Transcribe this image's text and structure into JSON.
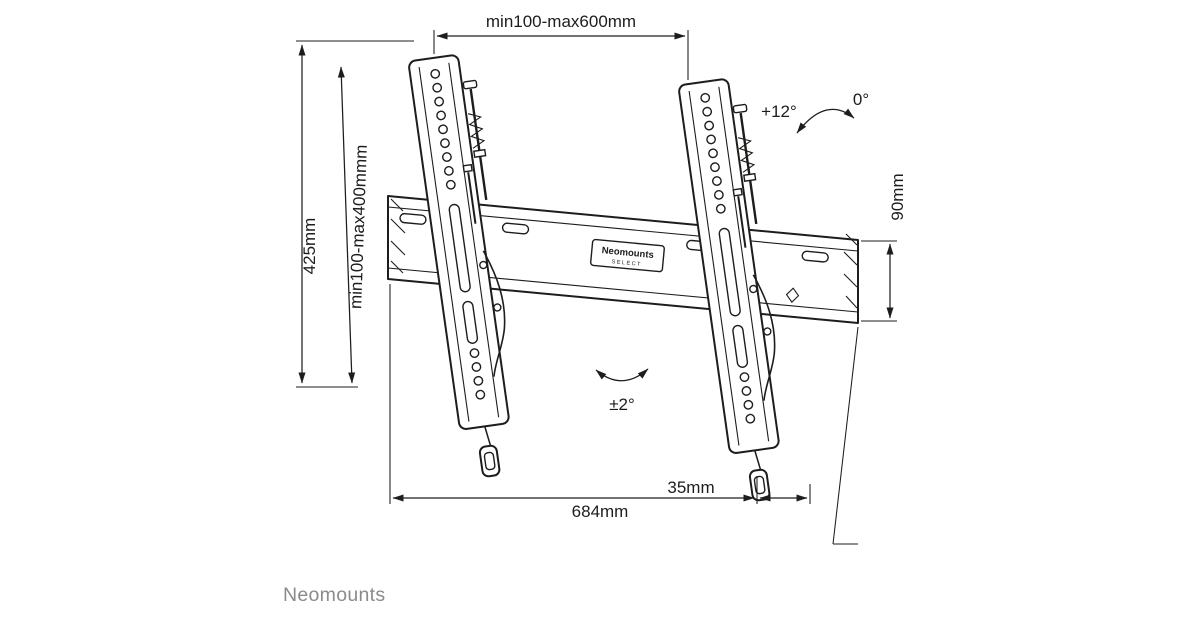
{
  "brand": {
    "footer": "Neomounts"
  },
  "rail_label": {
    "line1": "Neomounts",
    "line2": "SELECT"
  },
  "dimensions": {
    "top": "min100-max600mm",
    "left": "425mm",
    "diagonal": "min100-max400mmm",
    "right": "90mm",
    "bottom": "684mm",
    "offset": "35mm"
  },
  "angles": {
    "tilt_max": "+12°",
    "tilt_zero": "0°",
    "level": "±2°"
  },
  "colors": {
    "line": "#1d1d1b",
    "brand_gray": "#8b8b8b",
    "background": "#ffffff"
  }
}
